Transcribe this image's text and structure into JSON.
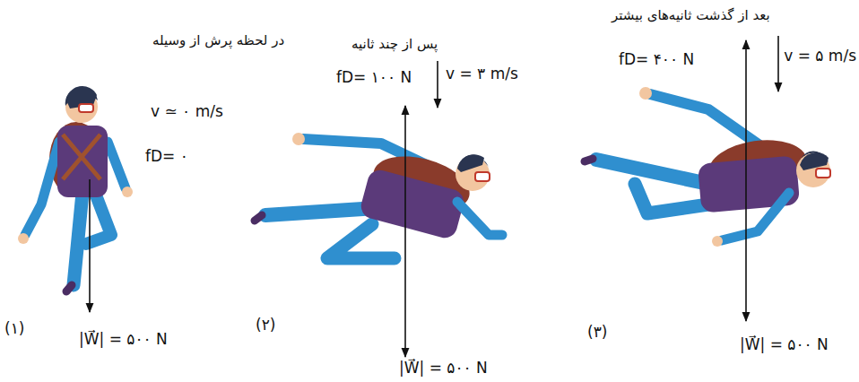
{
  "diagram": {
    "labels": [
      "در لحظه پرش از وسیله",
      "v ≃ ۰ m/s",
      "fD= ۰",
      "(۱)",
      "|W⃗| = ۵۰۰ N",
      "پس از چند ثانیه",
      "fD= ۱۰۰ N",
      "v = ۳ m/s",
      "(۲)",
      "|W⃗| = ۵۰۰ N",
      "بعد از گذشت ثانیه‌های بیشتر",
      "fD= ۴۰۰ N",
      "v = ۵ m/s",
      "(۳)",
      "|W⃗| = ۵۰۰ N"
    ]
  }
}
